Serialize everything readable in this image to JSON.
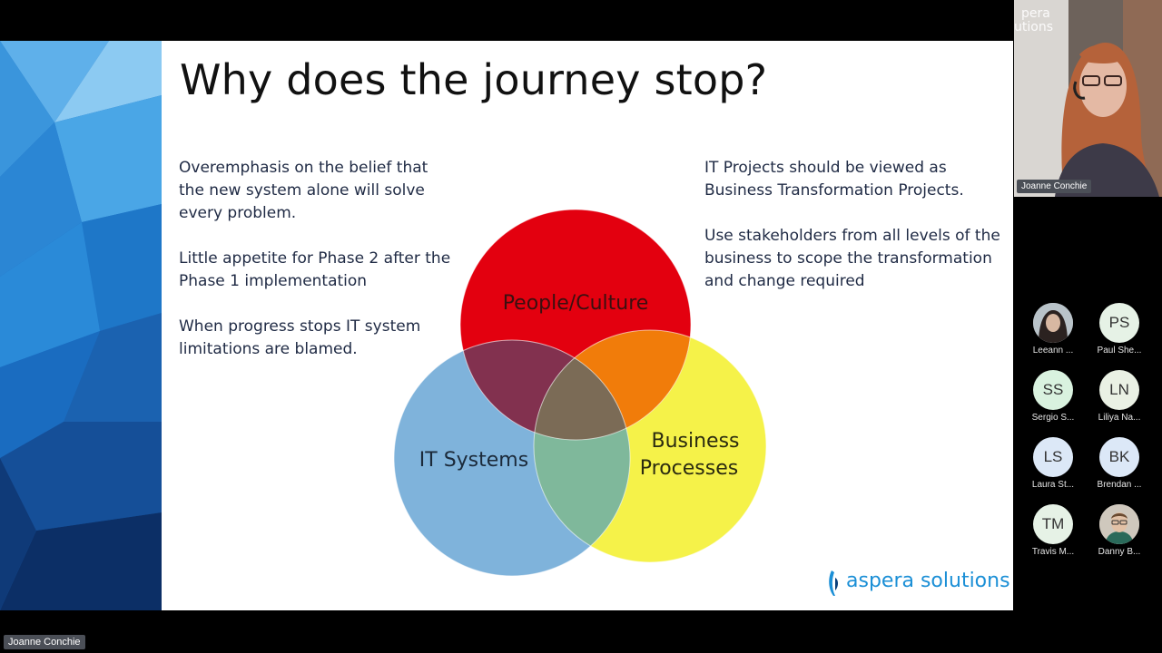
{
  "slide": {
    "title": "Why does the journey stop?",
    "left_points": [
      "Overemphasis on the belief that\nthe new system alone will solve\nevery problem.",
      "Little appetite for Phase 2 after the\nPhase 1 implementation",
      "When progress stops IT system\nlimitations are blamed."
    ],
    "right_points": [
      "IT Projects should be viewed as\nBusiness Transformation Projects.",
      "Use stakeholders from all levels of the\nbusiness to scope the transformation\nand change required"
    ],
    "venn": {
      "people": "People/Culture",
      "it": "IT Systems",
      "business_line1": "Business",
      "business_line2": "Processes",
      "colors": {
        "people": "#e3000f",
        "it": "#7fb3db",
        "business": "#f5f249",
        "people_it": "#82314f",
        "people_business": "#f17c0a",
        "it_business": "#7fb89b",
        "center": "#7b6b56"
      }
    },
    "logo_text": "aspera solutions",
    "logo_color": "#1b8fd6"
  },
  "call": {
    "main_speaker": "Joanne Conchie",
    "main_brand_line1": "pera",
    "main_brand_line2": "utions",
    "bottom_tag": "Joanne Conchie",
    "participants": [
      {
        "initials": "",
        "name": "Leeann ...",
        "photo": true,
        "color": "#cfd8dc"
      },
      {
        "initials": "PS",
        "name": "Paul She...",
        "photo": false,
        "color": "#e6f2e6"
      },
      {
        "initials": "SS",
        "name": "Sergio S...",
        "photo": false,
        "color": "#d9f2df"
      },
      {
        "initials": "LN",
        "name": "Liliya Na...",
        "photo": false,
        "color": "#eaf1e4"
      },
      {
        "initials": "LS",
        "name": "Laura St...",
        "photo": false,
        "color": "#dce8f7"
      },
      {
        "initials": "BK",
        "name": "Brendan ...",
        "photo": false,
        "color": "#dce8f7"
      },
      {
        "initials": "TM",
        "name": "Travis M...",
        "photo": false,
        "color": "#e6f2e6"
      },
      {
        "initials": "",
        "name": "Danny B...",
        "photo": true,
        "color": "#d6d0c4"
      }
    ]
  }
}
